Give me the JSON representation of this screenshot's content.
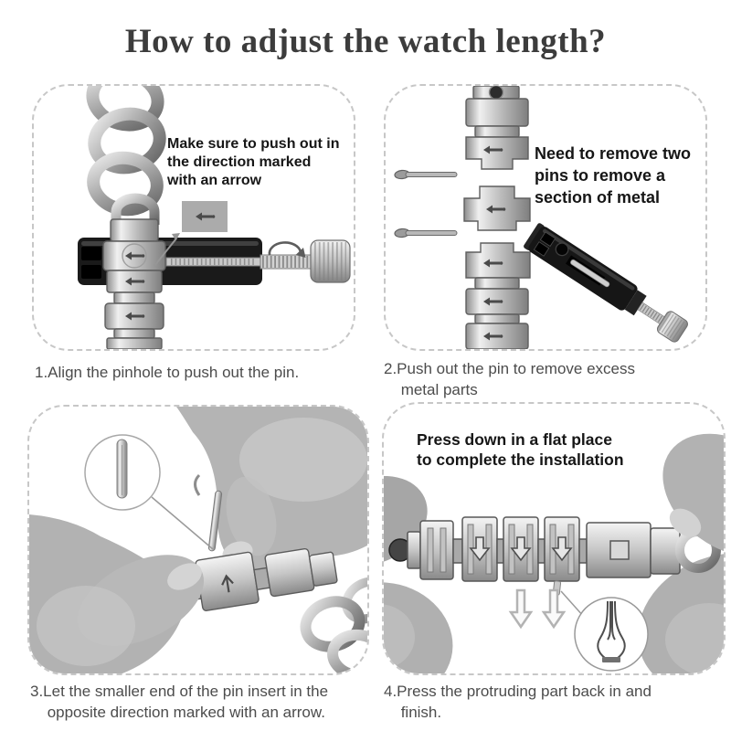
{
  "page": {
    "title": "How to adjust the watch length?",
    "background": "#ffffff"
  },
  "colors": {
    "title_text": "#3c3c3c",
    "caption_text": "#4c4c4c",
    "annotation_text": "#161616",
    "panel_border": "#c7c7c7",
    "metal_light": "#efefef",
    "metal_mid": "#b5b5b5",
    "metal_dark": "#6f6f6f",
    "tool_body_black": "#1a1a1a",
    "hand_skin_gray": "#b4b4b4"
  },
  "steps": [
    {
      "id": "step1",
      "annotation": "Make sure to push out in\nthe direction marked\nwith an arrow",
      "caption": "1.Align the pinhole to push out the pin.",
      "illustration": "watch-band-chain-in-link-remover-tool-with-arrow-inset"
    },
    {
      "id": "step2",
      "annotation": "Need to remove two\npins to remove a\nsection of metal",
      "caption": "2.Push out the pin to remove excess\nmetal parts",
      "illustration": "band-sections-with-two-removed-pins-and-tool"
    },
    {
      "id": "step3",
      "caption": "3.Let the smaller end of the pin insert in the\nopposite direction marked with an arrow.",
      "illustration": "hands-inserting-pin-into-band-with-magnified-pin-tip"
    },
    {
      "id": "step4",
      "annotation": "Press down in a flat place\nto complete the installation",
      "caption": "4.Press the protruding part back in and\nfinish.",
      "illustration": "fingers-pressing-band-flat-with-magnified-split-pin"
    }
  ]
}
